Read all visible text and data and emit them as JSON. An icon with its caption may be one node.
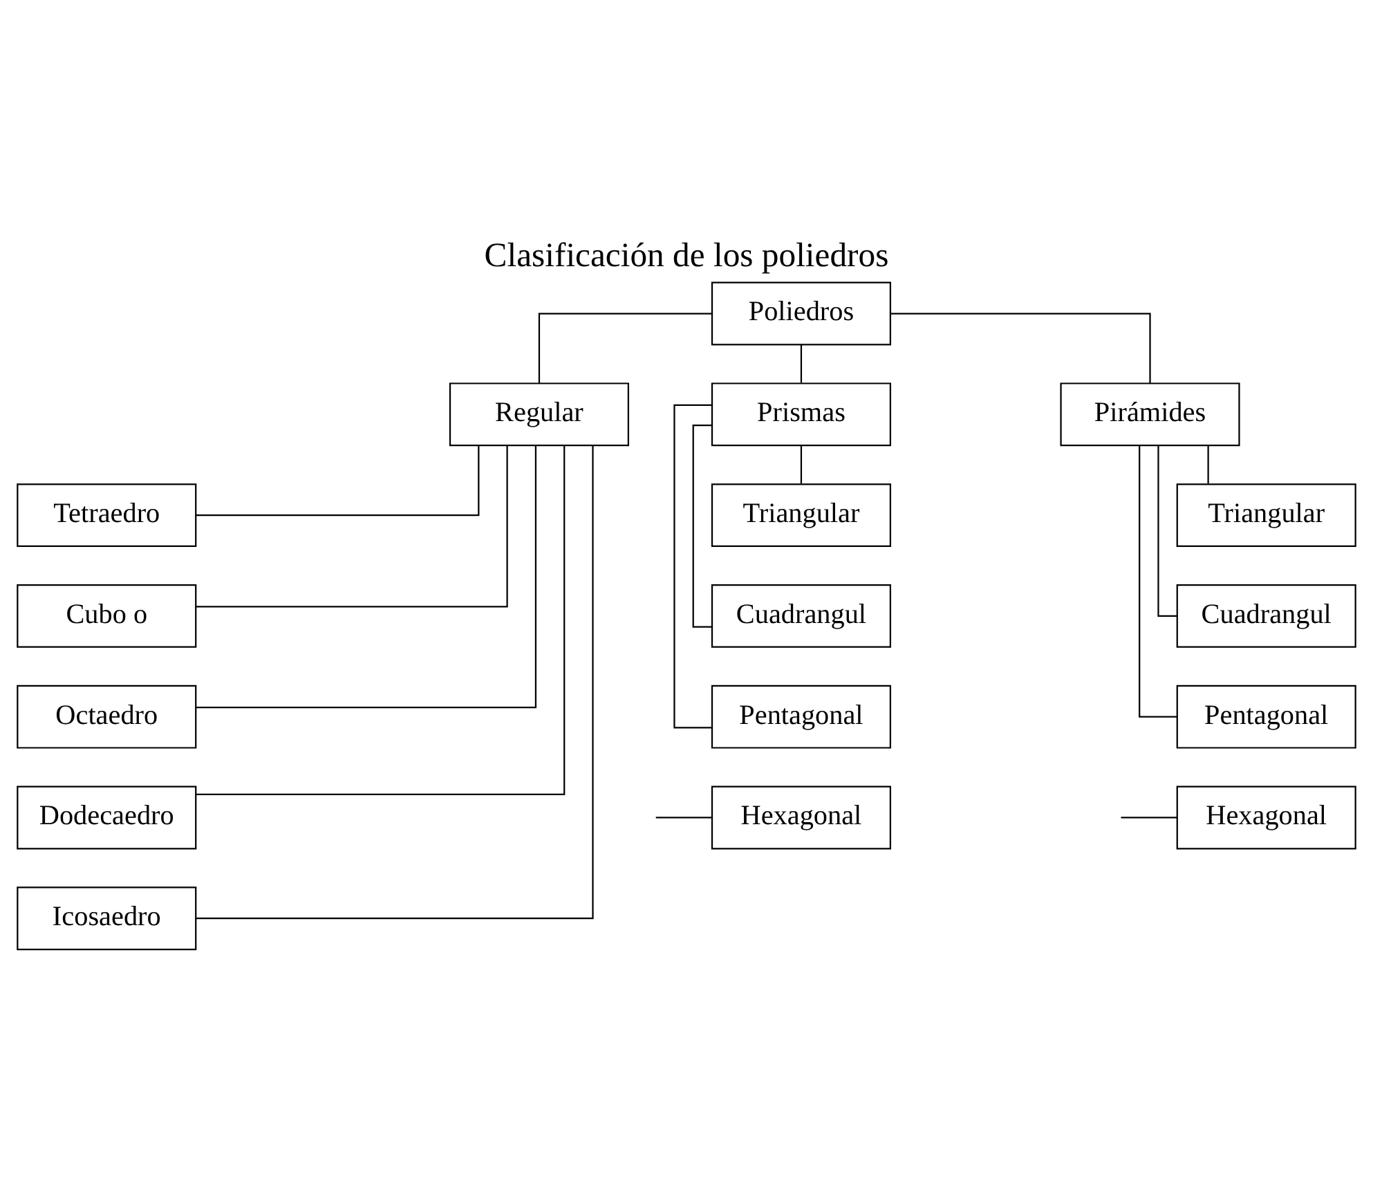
{
  "diagram": {
    "title": "Clasificación de los poliedros",
    "nodes": [
      {
        "text": [
          "Poliedros"
        ]
      },
      {
        "text": [
          "Regular"
        ]
      },
      {
        "text": [
          "Prismas"
        ]
      },
      {
        "text": [
          "Pirámides"
        ]
      },
      {
        "text": [
          "Tetraedro"
        ]
      },
      {
        "text": [
          "Cubo o"
        ]
      },
      {
        "text": [
          "Octaedro"
        ]
      },
      {
        "text": [
          "Dodecaedro"
        ]
      },
      {
        "text": [
          "Icosaedro"
        ]
      },
      {
        "text": [
          "Triangular"
        ]
      },
      {
        "text": [
          "Cuadrangul"
        ]
      },
      {
        "text": [
          "Pentagonal"
        ]
      },
      {
        "text": [
          "Hexagonal"
        ]
      },
      {
        "text": [
          "Triangular"
        ]
      },
      {
        "text": [
          "Cuadrangul"
        ]
      },
      {
        "text": [
          "Pentagonal"
        ]
      },
      {
        "text": [
          "Hexagonal"
        ]
      }
    ],
    "edges": [
      {
        "from": 0,
        "to": 1,
        "arrow": "none"
      },
      {
        "from": 0,
        "to": 2,
        "arrow": "none"
      },
      {
        "from": 0,
        "to": 3,
        "arrow": "none"
      },
      {
        "from": 1,
        "to": 4,
        "arrow": "none"
      },
      {
        "from": 1,
        "to": 5,
        "arrow": "none"
      },
      {
        "from": 1,
        "to": 6,
        "arrow": "none"
      },
      {
        "from": 1,
        "to": 7,
        "arrow": "none"
      },
      {
        "from": 1,
        "to": 8,
        "arrow": "none"
      },
      {
        "from": 2,
        "to": 9,
        "arrow": "none"
      },
      {
        "from": 2,
        "to": 10,
        "arrow": "none"
      },
      {
        "from": 2,
        "to": 11,
        "arrow": "none"
      },
      {
        "from": null,
        "to": 12,
        "arrow": "none"
      },
      {
        "from": 3,
        "to": 13,
        "arrow": "none"
      },
      {
        "from": 3,
        "to": 14,
        "arrow": "none"
      },
      {
        "from": 3,
        "to": 15,
        "arrow": "none"
      },
      {
        "from": null,
        "to": 16,
        "arrow": "none"
      }
    ]
  }
}
